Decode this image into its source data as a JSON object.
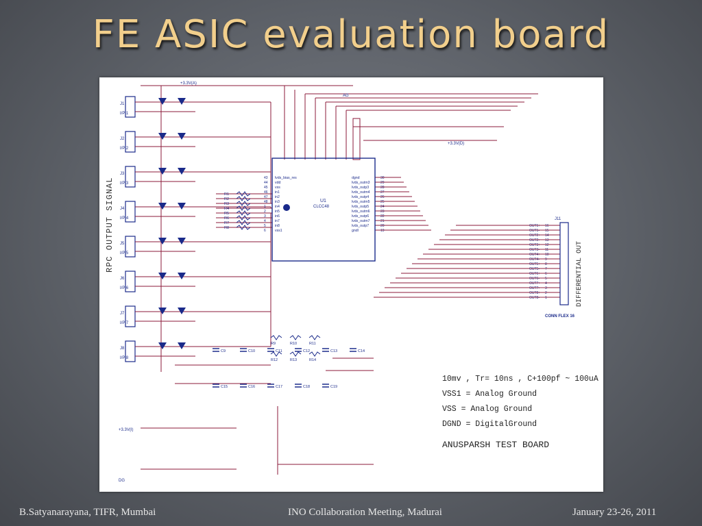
{
  "slide": {
    "title": "FE ASIC evaluation board"
  },
  "schematic": {
    "side_label_left": "RPC OUTPUT SIGNAL",
    "side_label_right": "DIFFERENTIAL OUT",
    "connectors": [
      "J1",
      "J2",
      "J3",
      "J4",
      "J5",
      "J6",
      "J7",
      "J8"
    ],
    "connector_pins": [
      "I/P 1",
      "I/P 2",
      "I/P 3",
      "I/P 4",
      "I/P 5",
      "I/P 6",
      "I/P 7",
      "I/P 8"
    ],
    "ic_ref": "U1",
    "ic_package": "CLCC48",
    "ic_left_pins": [
      "lvds_bias_res",
      "vdd",
      "vss",
      "in1",
      "in2",
      "in3",
      "in4",
      "in5",
      "in6",
      "in7",
      "in8",
      "vss1"
    ],
    "ic_left_pin_nums": [
      "43",
      "44",
      "45",
      "46",
      "47",
      "48",
      "1",
      "2",
      "3",
      "4",
      "5",
      "6"
    ],
    "ic_right_pins": [
      "dgnd",
      "lvds_outm3",
      "lvds_outp3",
      "lvds_outm4",
      "lvds_outp4",
      "lvds_outm5",
      "lvds_outp5",
      "lvds_outm6",
      "lvds_outp6",
      "lvds_outm7",
      "lvds_outp7",
      "gndl"
    ],
    "ic_right_pin_nums": [
      "30",
      "29",
      "28",
      "27",
      "26",
      "25",
      "24",
      "23",
      "22",
      "21",
      "20",
      "19"
    ],
    "out_connector": "J11",
    "out_connector_part": "CONN FLEX 16",
    "out_pins": [
      "OUT1+",
      "OUT1-",
      "OUT2+",
      "OUT2-",
      "OUT3+",
      "OUT3-",
      "OUT4+",
      "OUT4-",
      "OUT5+",
      "OUT5-",
      "OUT6+",
      "OUT6-",
      "OUT7+",
      "OUT7-",
      "OUT8+",
      "OUT8-"
    ],
    "out_pin_nums": [
      "16",
      "15",
      "14",
      "13",
      "12",
      "11",
      "10",
      "9",
      "8",
      "7",
      "6",
      "5",
      "4",
      "3",
      "2",
      "1"
    ],
    "supply_labels": [
      "+3.3V(A)",
      "+3.3V(D)",
      "+3.3V(I)"
    ],
    "ground_labels": [
      "AG",
      "DG"
    ],
    "resistors": [
      "R1",
      "R2",
      "R3",
      "R4",
      "R5",
      "R6",
      "R7",
      "R8",
      "R9",
      "R10",
      "R11",
      "R12",
      "R13",
      "R14"
    ],
    "capacitors": [
      "C9",
      "C10",
      "C11",
      "C12",
      "C13",
      "C14",
      "C15",
      "C16",
      "C17",
      "C18",
      "C19"
    ],
    "notes": [
      "10mv , Tr= 10ns , C+100pf ~ 100uA",
      "VSS1 = Analog Ground",
      "VSS = Analog Ground",
      "DGND = DigitalGround"
    ],
    "board_name": "ANUSPARSH TEST BOARD"
  },
  "footer": {
    "left": "B.Satyanarayana, TIFR, Mumbai",
    "center": "INO Collaboration Meeting, Madurai",
    "right": "January 23-26, 2011"
  },
  "colors": {
    "wire": "#8b1a3a",
    "component": "#1a2a8a",
    "title": "#f2cf8c"
  }
}
